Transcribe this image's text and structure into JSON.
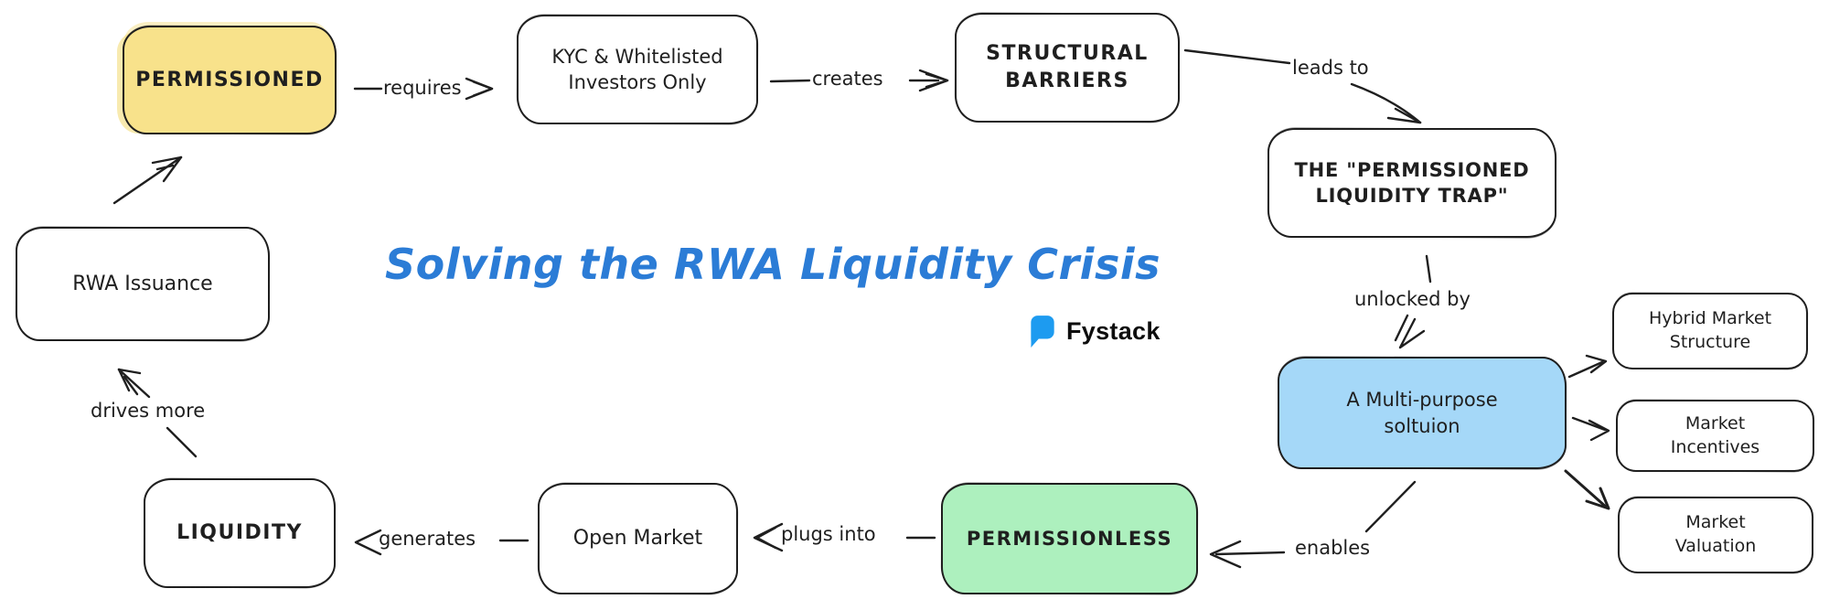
{
  "title": {
    "text": "Solving the RWA Liquidity Crisis",
    "color": "#2b7cd6"
  },
  "brand": {
    "name": "Fystack",
    "icon": "speech-bubble-icon",
    "icon_color": "#1d9bf0"
  },
  "ink_color": "#1f1f1f",
  "nodes": {
    "permissioned": {
      "label": "PERMISSIONED",
      "fill": "#f8e28b"
    },
    "kyc": {
      "label": "KYC & Whitelisted Investors Only",
      "fill": "#ffffff"
    },
    "structural_barriers": {
      "label": "STRUCTURAL BARRIERS",
      "fill": "#ffffff"
    },
    "liquidity_trap": {
      "label": "THE \"PERMISSIONED LIQUIDITY TRAP\"",
      "fill": "#ffffff"
    },
    "rwa_issuance": {
      "label": "RWA Issuance",
      "fill": "#ffffff"
    },
    "solution": {
      "label": "A Multi-purpose soltuion",
      "fill": "#a5d8f8"
    },
    "hybrid_market": {
      "label": "Hybrid Market Structure",
      "fill": "#ffffff"
    },
    "market_incentives": {
      "label": "Market Incentives",
      "fill": "#ffffff"
    },
    "market_valuation": {
      "label": "Market Valuation",
      "fill": "#ffffff"
    },
    "liquidity": {
      "label": "LIQUIDITY",
      "fill": "#ffffff"
    },
    "open_market": {
      "label": "Open Market",
      "fill": "#ffffff"
    },
    "permissionless": {
      "label": "PERMISSIONLESS",
      "fill": "#adf0be"
    }
  },
  "edges": {
    "requires": "requires",
    "creates": "creates",
    "leads_to": "leads to",
    "unlocked_by": "unlocked by",
    "enables": "enables",
    "plugs_into": "plugs into",
    "generates": "generates",
    "drives_more": "drives more"
  }
}
